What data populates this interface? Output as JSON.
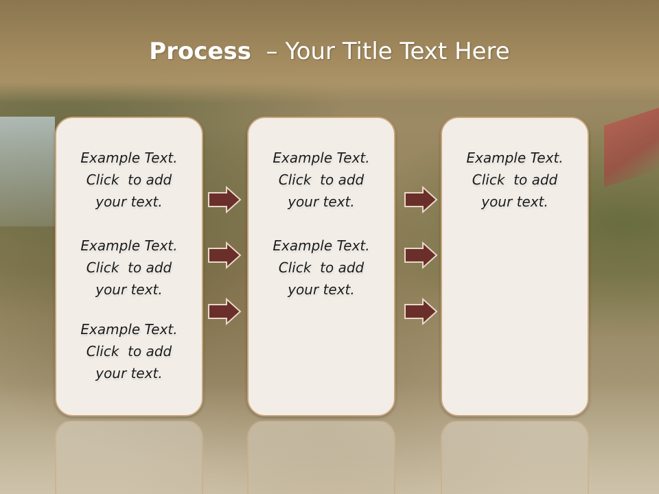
{
  "title": {
    "bold": "Process",
    "rest": "  – Your Title Text Here"
  },
  "columns": [
    {
      "items": [
        {
          "line1": "Example Text.",
          "line2": "Click  to add",
          "line3": "your text."
        },
        {
          "line1": "Example Text.",
          "line2": "Click  to add",
          "line3": "your text."
        },
        {
          "line1": "Example Text.",
          "line2": "Click  to add",
          "line3": "your text."
        }
      ]
    },
    {
      "items": [
        {
          "line1": "Example Text.",
          "line2": "Click  to add",
          "line3": "your text."
        },
        {
          "line1": "Example Text.",
          "line2": "Click  to add",
          "line3": "your text."
        }
      ]
    },
    {
      "items": [
        {
          "line1": "Example Text.",
          "line2": "Click  to add",
          "line3": "your text."
        }
      ]
    }
  ],
  "arrow_icon": "right-arrow-icon",
  "colors": {
    "arrow_fill": "#6b2f2b",
    "arrow_stroke": "#e8d9c8",
    "card_fill": "#f2ede6",
    "card_border": "#c9a478"
  }
}
